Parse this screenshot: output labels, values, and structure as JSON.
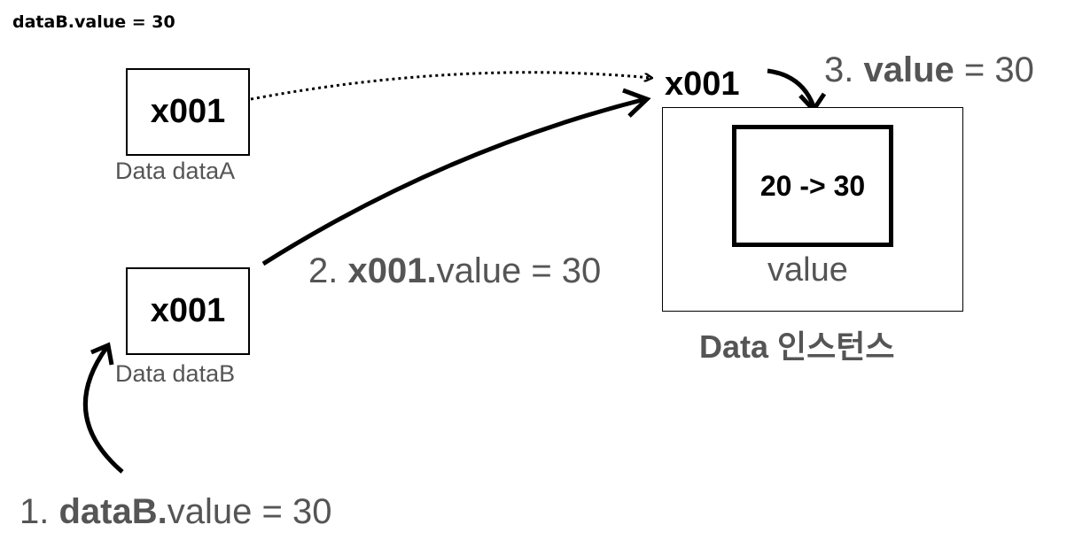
{
  "header": {
    "title": "dataB.value = 30"
  },
  "dataA": {
    "address": "x001",
    "caption": "Data dataA"
  },
  "dataB": {
    "address": "x001",
    "caption": "Data dataB"
  },
  "instance": {
    "address": "x001",
    "value_text": "20 -> 30",
    "value_label": "value",
    "label": "Data 인스턴스"
  },
  "steps": {
    "step1": {
      "prefix": "1. ",
      "bold": "dataB.",
      "rest": "value = 30"
    },
    "step2": {
      "prefix": "2. ",
      "bold": "x001.",
      "rest": "value = 30"
    },
    "step3": {
      "prefix": "3. ",
      "bold": "value",
      "rest": " = 30"
    }
  }
}
